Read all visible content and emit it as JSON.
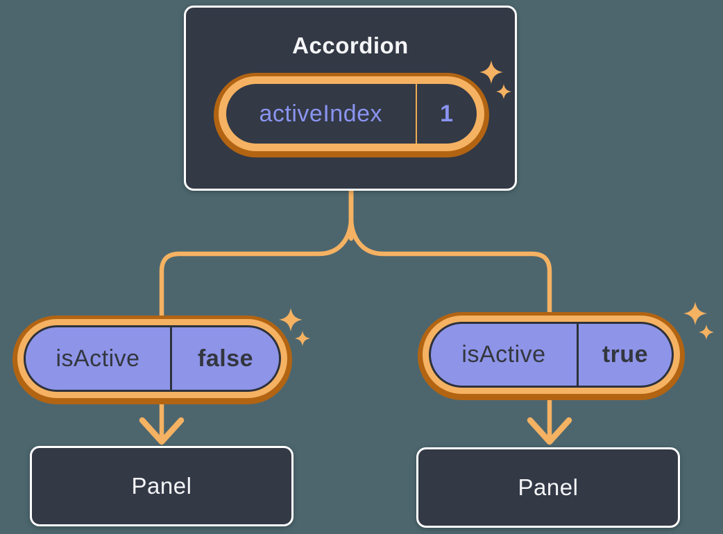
{
  "diagram": {
    "root": {
      "title": "Accordion",
      "state_name": "activeIndex",
      "state_value": "1"
    },
    "left_child": {
      "prop_name": "isActive",
      "prop_value": "false",
      "panel_label": "Panel"
    },
    "right_child": {
      "prop_name": "isActive",
      "prop_value": "true",
      "panel_label": "Panel"
    }
  },
  "colors": {
    "background": "#4d666e",
    "card_fill": "#333945",
    "card_border": "#ffffff",
    "text_light": "#f5f6f8",
    "text_dark": "#33373f",
    "purple_fill": "#8e94e8",
    "purple_text": "#8a94f0",
    "orange_dark": "#b26412",
    "orange_light": "#f5b262"
  }
}
